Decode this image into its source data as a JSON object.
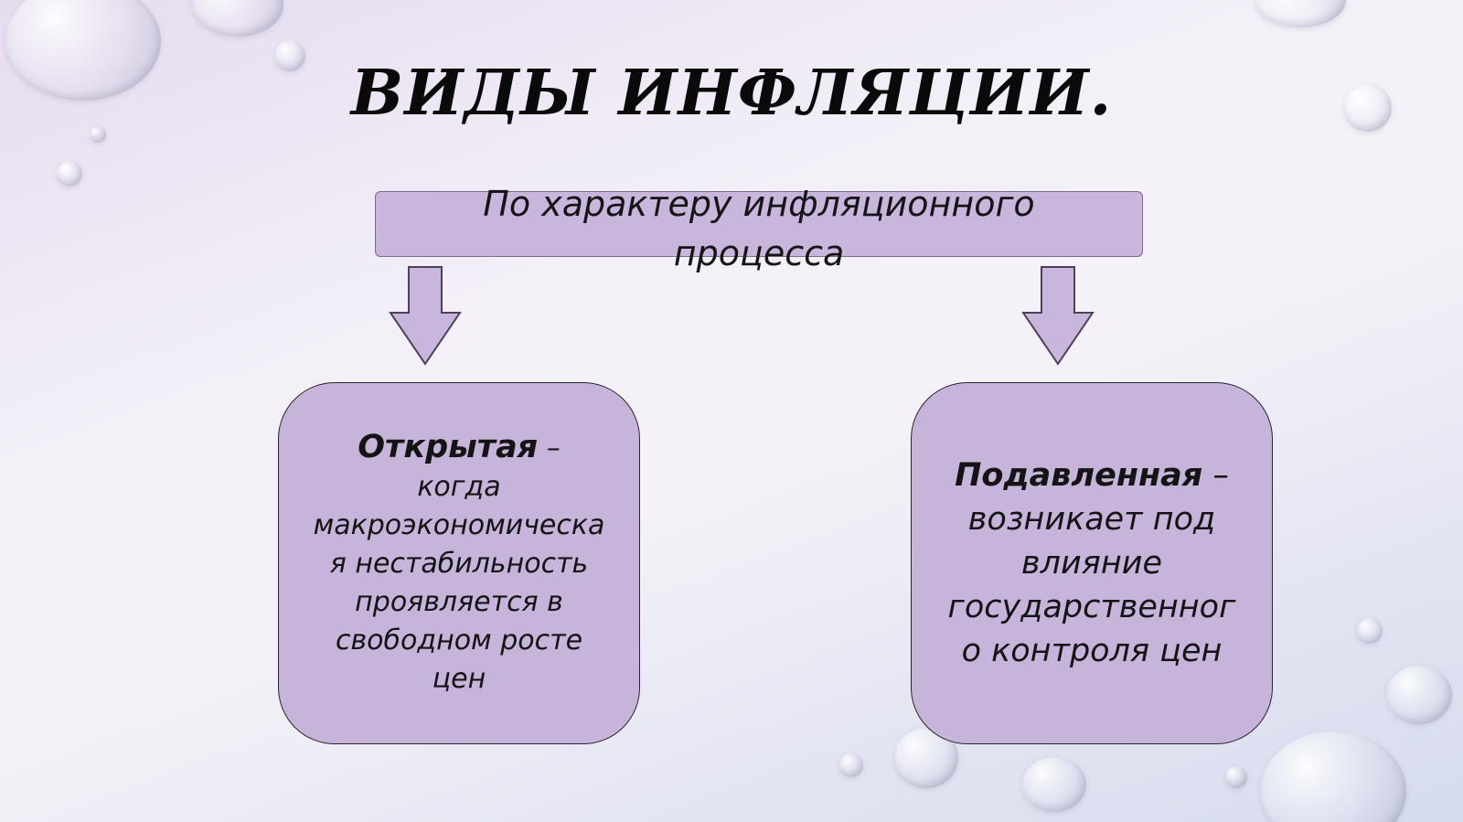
{
  "slide": {
    "title": "ВИДЫ ИНФЛЯЦИИ.",
    "root": {
      "line1": "По характеру инфляционного",
      "line2": "процесса"
    },
    "left_node": {
      "term": "Открытая",
      "dash": " –",
      "lines": [
        "когда",
        "макроэкономическа",
        "я нестабильность",
        "проявляется в",
        "свободном росте",
        "цен"
      ]
    },
    "right_node": {
      "term": "Подавленная",
      "dash": " –",
      "lines": [
        "возникает под",
        "влияние",
        "государственног",
        "о контроля цен"
      ]
    }
  },
  "colors": {
    "box_fill": "#c6b4da",
    "arrow_fill": "#c9b6dc",
    "text": "#141414"
  }
}
